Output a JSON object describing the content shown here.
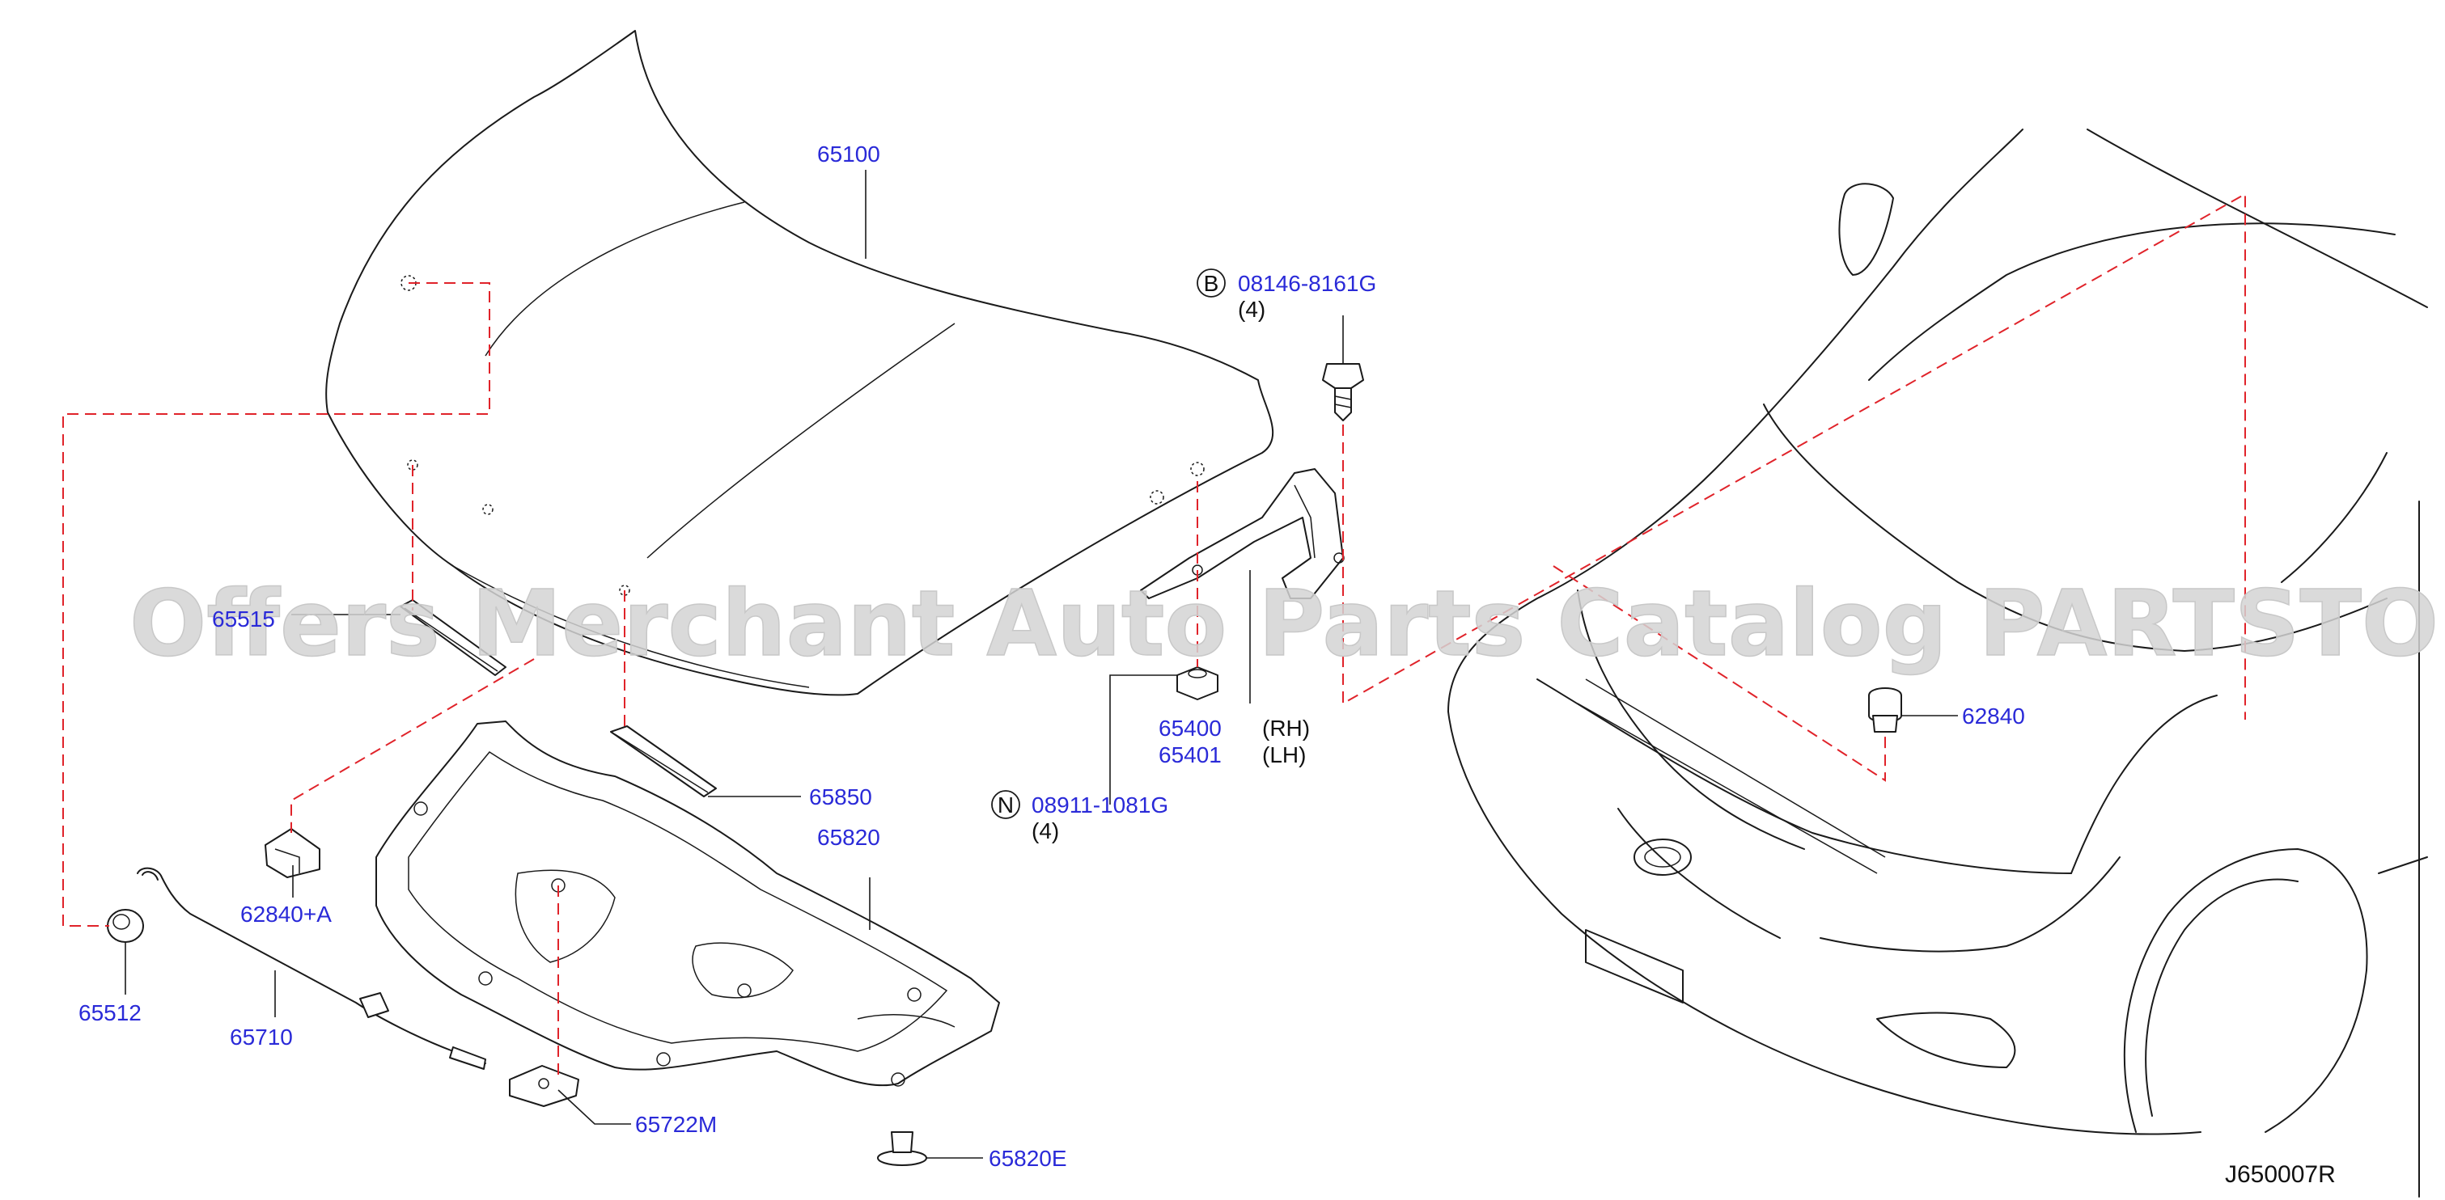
{
  "diagram_code": "J650007R",
  "watermark": "Offers Merchant Auto Parts Catalog PARTSTORE.SA",
  "colors": {
    "part_number": "#2a2ad8",
    "connector_dash": "#e0232a",
    "linework": "#1a1a1a",
    "watermark": "#d4d4d4"
  },
  "parts": {
    "hood": "65100",
    "hood_seal": "65515",
    "bolt_symbol": "B",
    "bolt": "08146-8161G",
    "bolt_qty": "(4)",
    "hinge_rh": "65400",
    "hinge_lh": "65401",
    "rh": "(RH)",
    "lh": "(LH)",
    "nut_symbol": "N",
    "nut": "08911-1081G",
    "nut_qty": "(4)",
    "hood_stopper": "62840",
    "seal_rubber": "65850",
    "insulator": "65820",
    "bumper_a": "62840+A",
    "rubber_bumper": "65512",
    "hood_rod": "65710",
    "rod_holder": "65722M",
    "clip": "65820E"
  }
}
